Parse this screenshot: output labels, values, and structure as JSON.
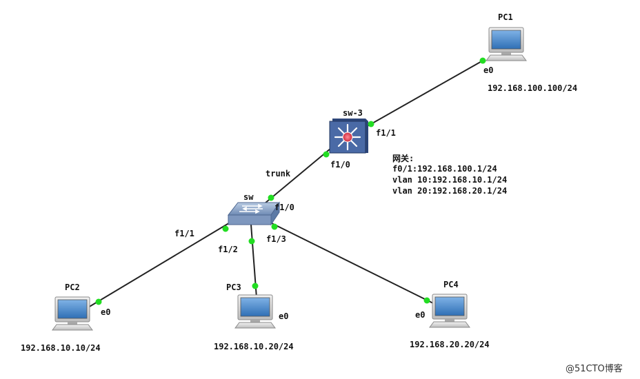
{
  "devices": {
    "pc1": {
      "name": "PC1",
      "port": "e0",
      "ip": "192.168.100.100/24"
    },
    "pc2": {
      "name": "PC2",
      "port": "e0",
      "ip": "192.168.10.10/24"
    },
    "pc3": {
      "name": "PC3",
      "port": "e0",
      "ip": "192.168.10.20/24"
    },
    "pc4": {
      "name": "PC4",
      "port": "e0",
      "ip": "192.168.20.20/24"
    },
    "sw3": {
      "name": "sw-3",
      "port_pc1": "f1/1",
      "port_sw": "f1/0"
    },
    "sw": {
      "name": "sw",
      "port_uplink": "f1/0",
      "port_pc2": "f1/1",
      "port_pc3": "f1/2",
      "port_pc4": "f1/3"
    }
  },
  "links": {
    "trunk_label": "trunk"
  },
  "gateway_note": {
    "title": "网关:",
    "lines": [
      "f0/1:192.168.100.1/24",
      "vlan 10:192.168.10.1/24",
      "vlan 20:192.168.20.1/24"
    ]
  },
  "watermark": "@51CTO博客",
  "colors": {
    "link": "#222222",
    "port_dot": "#22dd22",
    "l3switch": "#3b5a92",
    "l3switch_center": "#e84f5f",
    "switch": "#8ea6c8",
    "pc_screen": "#3d7fc4"
  }
}
